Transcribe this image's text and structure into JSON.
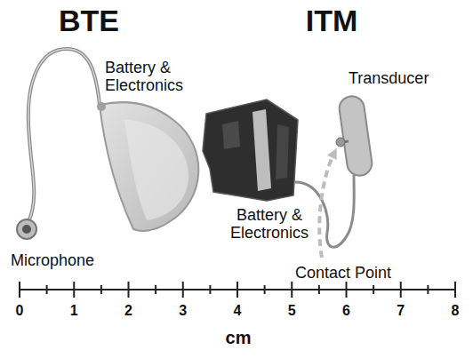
{
  "diagram": {
    "labels": [
      "BTE",
      "ITM",
      "Battery & Electronics",
      "Transducer",
      "Battery & Electronics",
      "Microphone",
      "Contact Point",
      "0",
      "1",
      "2",
      "3",
      "4",
      "5",
      "6",
      "7",
      "8",
      "cm"
    ]
  }
}
